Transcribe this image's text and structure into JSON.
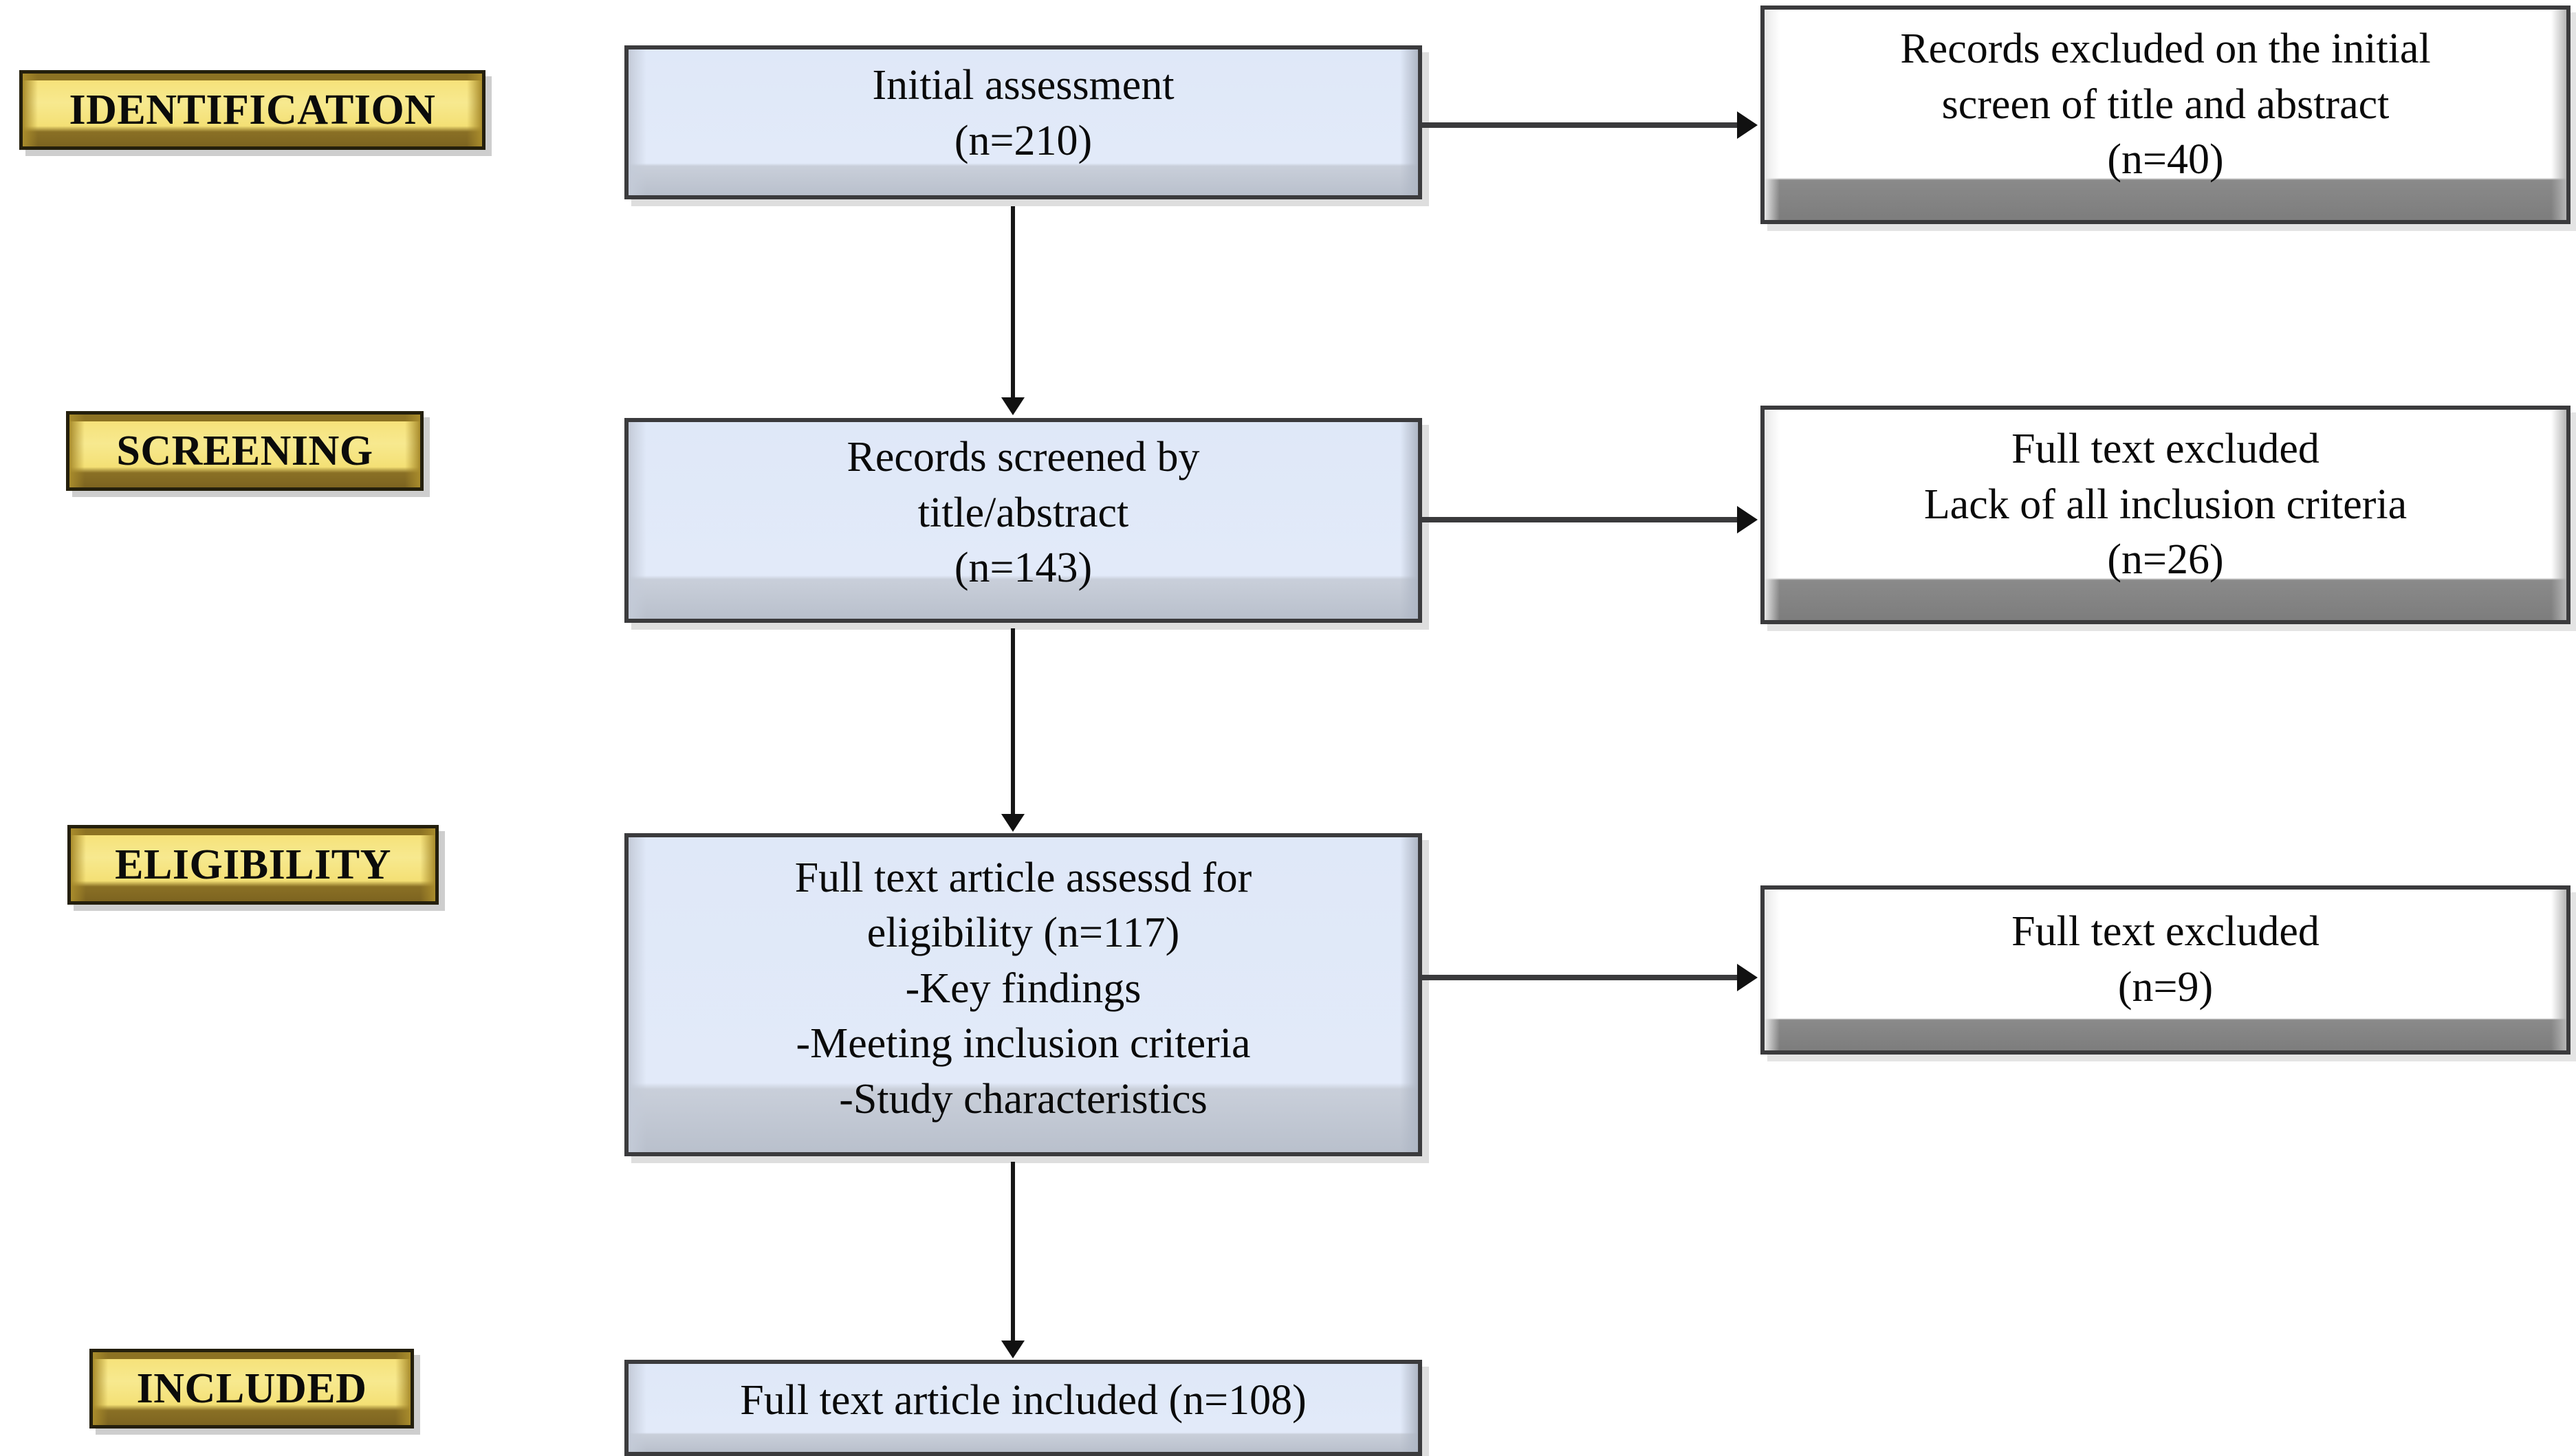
{
  "diagram": {
    "title": "PRISMA study selection flow diagram",
    "colors": {
      "stage_label_face": "#f6e27a",
      "stage_label_bevel": "#8c7223",
      "stage_label_border": "#241f0c",
      "process_box_face": "#dfe8f8",
      "process_box_bevel": "#b9c0cc",
      "process_box_border": "#3b3b3d",
      "exclusion_box_face": "#ffffff",
      "exclusion_box_bevel": "#7d7d7d",
      "exclusion_box_border": "#3b3b3d",
      "arrow": "#3a3a3c",
      "background": "#ffffff"
    },
    "stages": [
      {
        "id": "identification",
        "label": "IDENTIFICATION"
      },
      {
        "id": "screening",
        "label": "SCREENING"
      },
      {
        "id": "eligibility",
        "label": "ELIGIBILITY"
      },
      {
        "id": "included",
        "label": "INCLUDED"
      }
    ],
    "process_boxes": [
      {
        "id": "initial-assessment",
        "stage": "identification",
        "text": "Initial assessment\n(n=210)",
        "count": 210
      },
      {
        "id": "records-screened",
        "stage": "screening",
        "text": "Records screened by\ntitle/abstract\n(n=143)",
        "count": 143
      },
      {
        "id": "full-text-assessed",
        "stage": "eligibility",
        "text": "Full text article assessd for\neligibility (n=117)\n-Key findings\n-Meeting inclusion criteria\n-Study characteristics",
        "count": 117
      },
      {
        "id": "full-text-included",
        "stage": "included",
        "text": "Full text article included (n=108)",
        "count": 108
      }
    ],
    "exclusion_boxes": [
      {
        "id": "excluded-initial-screen",
        "stage": "identification",
        "text": "Records excluded on the initial\nscreen of title and abstract\n(n=40)",
        "count": 40
      },
      {
        "id": "excluded-inclusion-criteria",
        "stage": "screening",
        "text": "Full text excluded\nLack of all inclusion criteria\n(n=26)",
        "count": 26
      },
      {
        "id": "excluded-full-text",
        "stage": "eligibility",
        "text": "Full text excluded\n(n=9)",
        "count": 9
      }
    ],
    "connectors": [
      {
        "id": "identification-to-excluded",
        "direction": "right",
        "from": "initial-assessment",
        "to": "excluded-initial-screen"
      },
      {
        "id": "screening-to-excluded",
        "direction": "right",
        "from": "records-screened",
        "to": "excluded-inclusion-criteria"
      },
      {
        "id": "eligibility-to-excluded",
        "direction": "right",
        "from": "full-text-assessed",
        "to": "excluded-full-text"
      },
      {
        "id": "identification-to-screening",
        "direction": "down",
        "from": "initial-assessment",
        "to": "records-screened"
      },
      {
        "id": "screening-to-eligibility",
        "direction": "down",
        "from": "records-screened",
        "to": "full-text-assessed"
      },
      {
        "id": "eligibility-to-included",
        "direction": "down",
        "from": "full-text-assessed",
        "to": "full-text-included"
      }
    ]
  }
}
